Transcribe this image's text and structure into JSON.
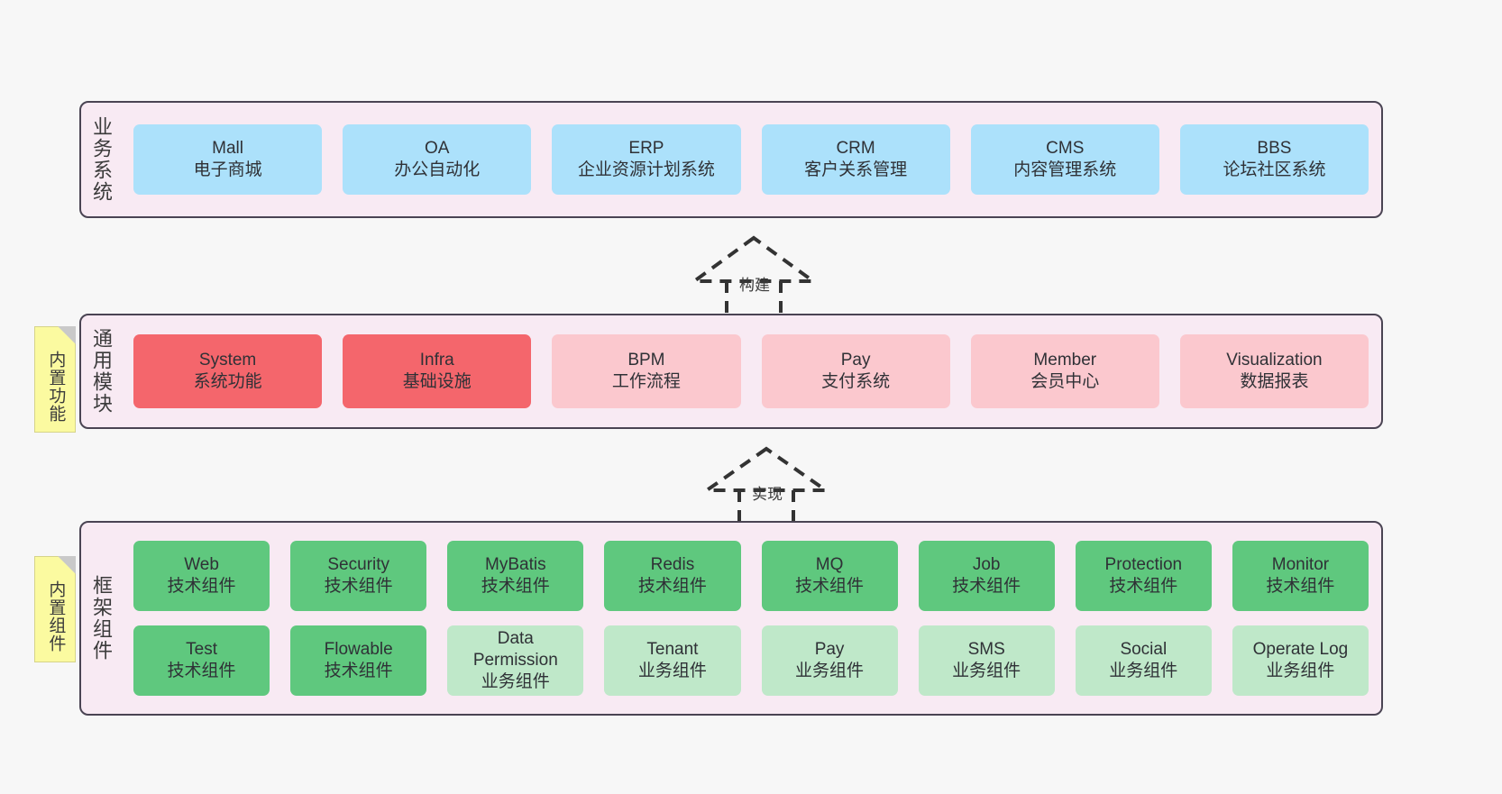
{
  "diagram": {
    "background": "#f7f7f7",
    "layer_fill": "#f8eaf3",
    "layer_border": "#4a4453",
    "colors": {
      "business": "#ace1fb",
      "module_strong": "#f4666c",
      "module_soft": "#fbc8ce",
      "tech_component": "#5fc87e",
      "biz_component": "#bfe8c9",
      "note": "#fbfaa0"
    }
  },
  "layers": {
    "business": {
      "title": "业务系统",
      "cards": [
        {
          "en": "Mall",
          "cn": "电子商城"
        },
        {
          "en": "OA",
          "cn": "办公自动化"
        },
        {
          "en": "ERP",
          "cn": "企业资源计划系统"
        },
        {
          "en": "CRM",
          "cn": "客户关系管理"
        },
        {
          "en": "CMS",
          "cn": "内容管理系统"
        },
        {
          "en": "BBS",
          "cn": "论坛社区系统"
        }
      ]
    },
    "modules": {
      "title": "通用模块",
      "note": "内置功能",
      "cards": [
        {
          "en": "System",
          "cn": "系统功能",
          "tone": "strong"
        },
        {
          "en": "Infra",
          "cn": "基础设施",
          "tone": "strong"
        },
        {
          "en": "BPM",
          "cn": "工作流程",
          "tone": "soft"
        },
        {
          "en": "Pay",
          "cn": "支付系统",
          "tone": "soft"
        },
        {
          "en": "Member",
          "cn": "会员中心",
          "tone": "soft"
        },
        {
          "en": "Visualization",
          "cn": "数据报表",
          "tone": "soft"
        }
      ]
    },
    "framework": {
      "title": "框架组件",
      "note": "内置组件",
      "row_tech": [
        {
          "en": "Web",
          "cn": "技术组件"
        },
        {
          "en": "Security",
          "cn": "技术组件"
        },
        {
          "en": "MyBatis",
          "cn": "技术组件"
        },
        {
          "en": "Redis",
          "cn": "技术组件"
        },
        {
          "en": "MQ",
          "cn": "技术组件"
        },
        {
          "en": "Job",
          "cn": "技术组件"
        },
        {
          "en": "Protection",
          "cn": "技术组件"
        },
        {
          "en": "Monitor",
          "cn": "技术组件"
        }
      ],
      "row_mixed": [
        {
          "en": "Test",
          "cn": "技术组件",
          "tone": "tech"
        },
        {
          "en": "Flowable",
          "cn": "技术组件",
          "tone": "tech"
        },
        {
          "en": "Data Permission",
          "cn": "业务组件",
          "tone": "biz"
        },
        {
          "en": "Tenant",
          "cn": "业务组件",
          "tone": "biz"
        },
        {
          "en": "Pay",
          "cn": "业务组件",
          "tone": "biz"
        },
        {
          "en": "SMS",
          "cn": "业务组件",
          "tone": "biz"
        },
        {
          "en": "Social",
          "cn": "业务组件",
          "tone": "biz"
        },
        {
          "en": "Operate Log",
          "cn": "业务组件",
          "tone": "biz"
        }
      ]
    }
  },
  "connectors": [
    {
      "label": "构建"
    },
    {
      "label": "实现"
    }
  ]
}
